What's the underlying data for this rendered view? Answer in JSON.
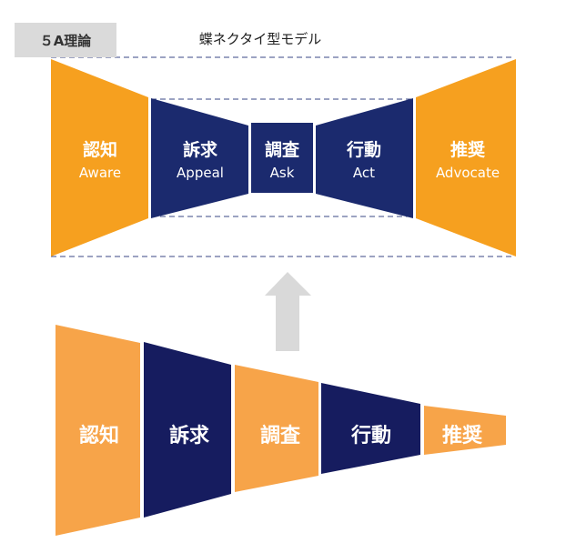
{
  "badge": "５A理論",
  "subtitle": "蝶ネクタイ型モデル",
  "bowtie": [
    {
      "jp": "認知",
      "en": "Aware"
    },
    {
      "jp": "訴求",
      "en": "Appeal"
    },
    {
      "jp": "調査",
      "en": "Ask"
    },
    {
      "jp": "行動",
      "en": "Act"
    },
    {
      "jp": "推奨",
      "en": "Advocate"
    }
  ],
  "funnel": [
    "認知",
    "訴求",
    "調査",
    "行動",
    "推奨"
  ],
  "colors": {
    "orange": "#f6a01f",
    "light_orange": "#f7a449",
    "navy": "#1b2a6e",
    "funnel_navy": "#161c5f",
    "arrow": "#d9d9d9"
  }
}
